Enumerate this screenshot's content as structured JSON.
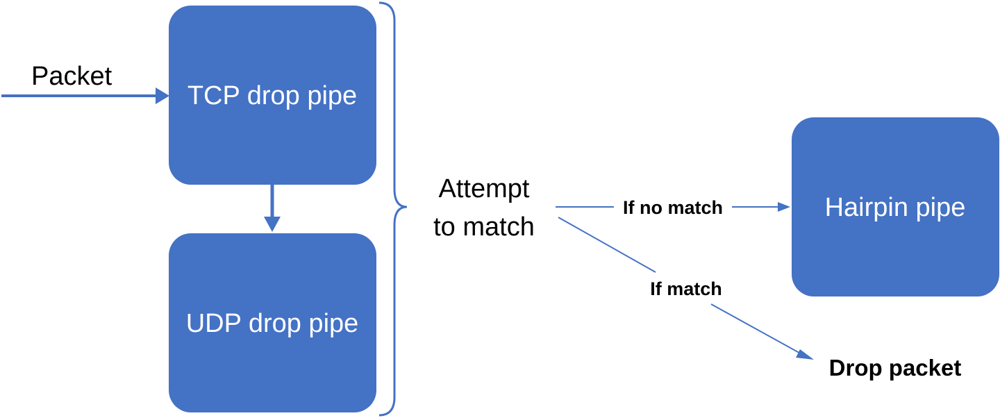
{
  "diagram": {
    "input_label": "Packet",
    "tcp_box_label": "TCP drop pipe",
    "udp_box_label": "UDP drop pipe",
    "match_label_line1": "Attempt",
    "match_label_line2": "to match",
    "no_match_label": "If no match",
    "match_label": "If match",
    "hairpin_box_label": "Hairpin pipe",
    "drop_label": "Drop packet"
  },
  "colors": {
    "box_fill": "#4472c4",
    "connector": "#4472c4",
    "box_text": "#ffffff",
    "label_text": "#000000"
  }
}
